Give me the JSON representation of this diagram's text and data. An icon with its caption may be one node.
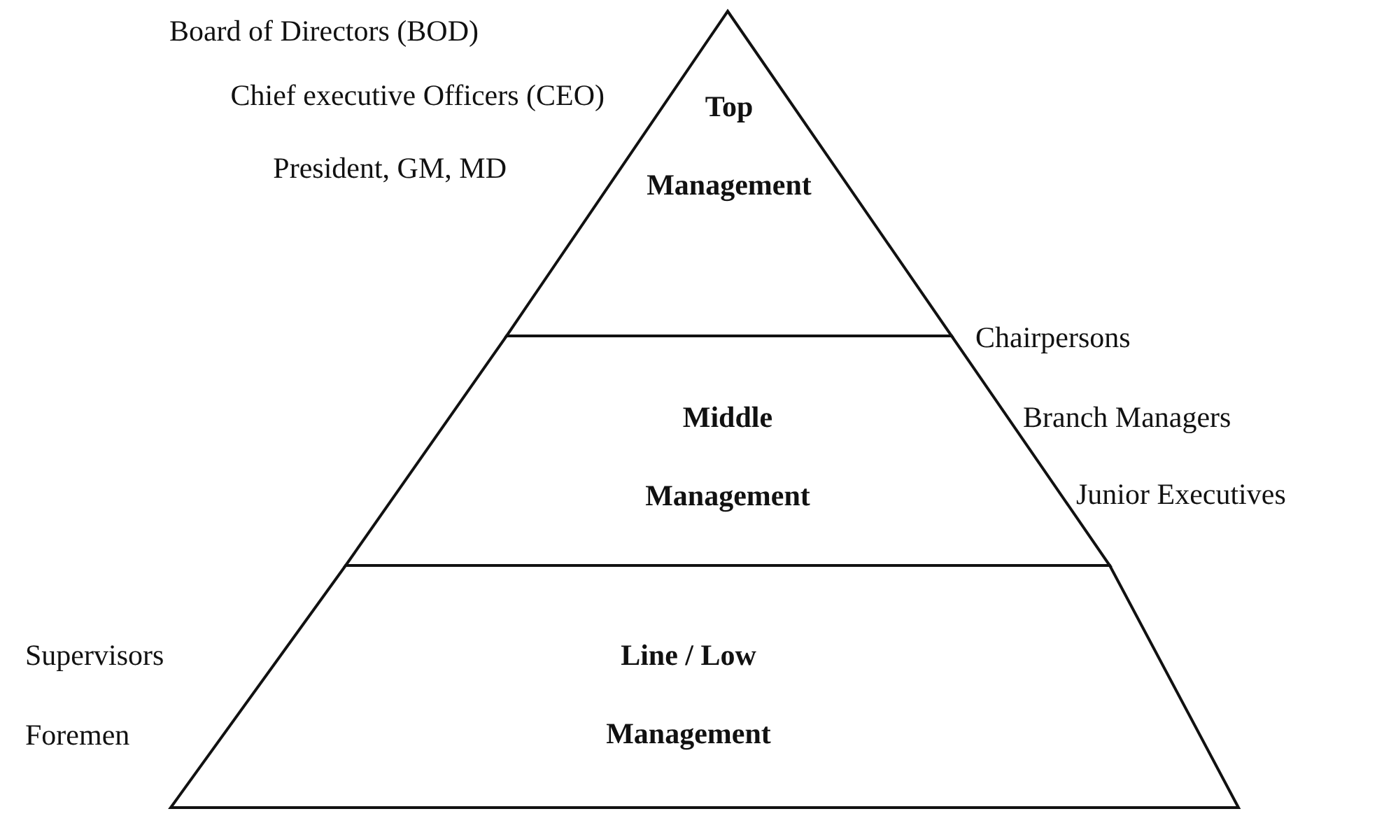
{
  "diagram": {
    "nodes": [
      {
        "text": [
          "Top Management"
        ],
        "beside": [
          "Board of Directors (BOD)",
          "Chief executive Officers (CEO)",
          "President, GM, MD"
        ]
      },
      {
        "text": [
          "Middle Management"
        ],
        "beside": [
          "Chairpersons",
          "Branch Managers",
          "Junior Executives"
        ]
      },
      {
        "text": [
          "Line / Low Management"
        ],
        "beside": [
          "Supervisors",
          "Foremen"
        ]
      }
    ]
  }
}
